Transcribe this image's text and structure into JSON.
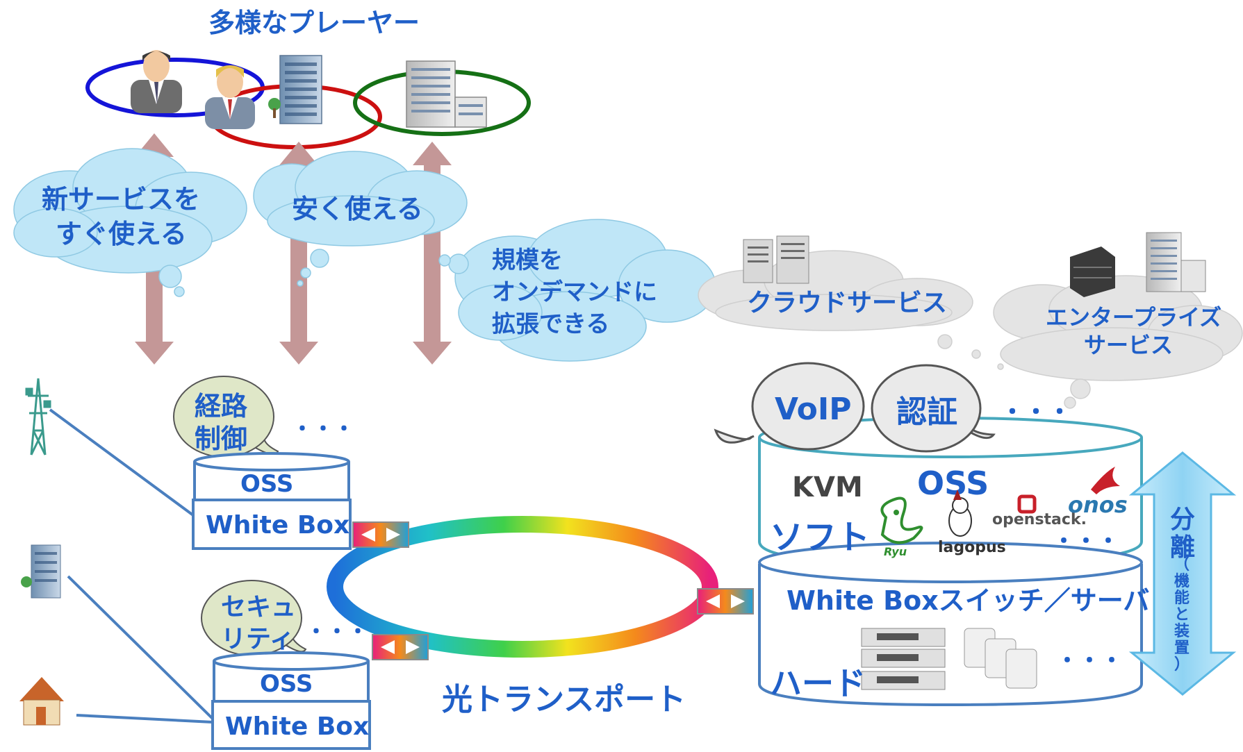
{
  "title": "多様なプレーヤー",
  "benefits": {
    "new_services": [
      "新サービスを",
      "すぐ使える"
    ],
    "cheap": "安く使える",
    "scale": [
      "規模を",
      "オンデマンドに",
      "拡張できる"
    ]
  },
  "services": {
    "cloud": "クラウドサービス",
    "enterprise": [
      "エンタープライズ",
      "サービス"
    ],
    "voip": "VoIP",
    "auth": "認証",
    "ellipsis": "・・・"
  },
  "left_nodes": {
    "top": {
      "bubble": [
        "経路",
        "制御"
      ],
      "oss": "OSS",
      "box": "White Box",
      "more": "・・・"
    },
    "bottom": {
      "bubble": [
        "セキュ",
        "リティ"
      ],
      "oss": "OSS",
      "box": "White Box",
      "more": "・・・"
    }
  },
  "transport": {
    "label": "光トランスポート"
  },
  "platform": {
    "soft_label": "ソフト",
    "oss_label": "OSS",
    "hard_label": "ハード",
    "hardware_title": "White Boxスイッチ／サーバ",
    "logos": {
      "kvm": "KVM",
      "ryu": "Ryu",
      "lagopus": "lagopus",
      "openstack": "openstack.",
      "onos": "onos"
    },
    "more_soft": "・・・",
    "more_hard": "・・・"
  },
  "separation": {
    "main": "分離",
    "sub": "（機能と装置）"
  },
  "colors": {
    "title_blue": "#1f5fc8",
    "arrow_pink": "#c49797",
    "cloud_blue": "#bfe6f7",
    "cloud_gray": "#e4e4e4",
    "box_stroke": "#4a7fbf",
    "cyl_stroke": "#47a8bd",
    "ellipse_blue": "#1414d8",
    "ellipse_red": "#cc1010",
    "ellipse_green": "#157015",
    "bubble_green": "#dfe7c8"
  },
  "icons": [
    "businessman-icon",
    "businessman-blond-icon",
    "office-building-icon",
    "enterprise-building-icon",
    "server-rack-icon",
    "transmission-tower-icon",
    "house-icon",
    "connector-icon",
    "separation-arrow-icon"
  ]
}
